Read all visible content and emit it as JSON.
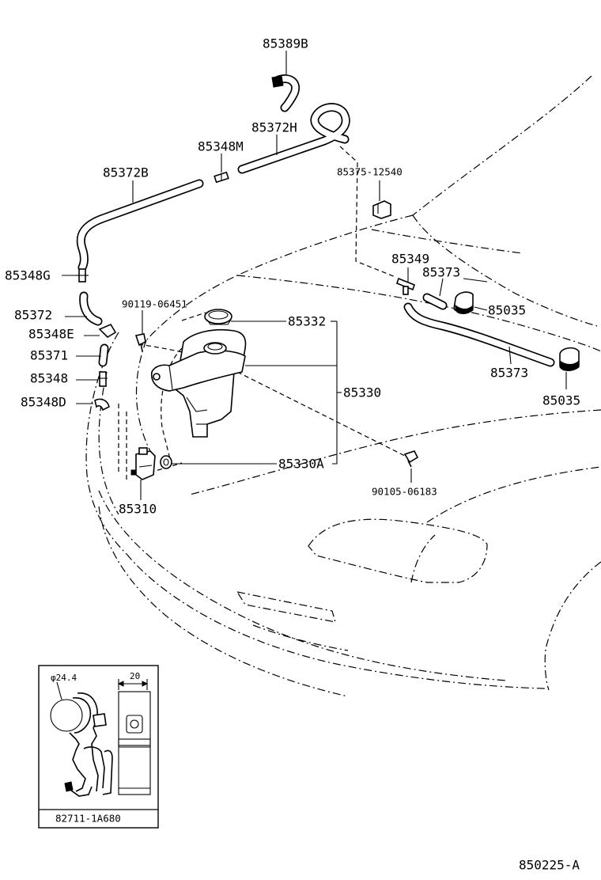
{
  "labels": {
    "p85389B": "85389B",
    "p85372H": "85372H",
    "p85348M": "85348M",
    "p85372B": "85372B",
    "p85375": "85375-12540",
    "p85349": "85349",
    "p85373a": "85373",
    "p85035a": "85035",
    "p85373b": "85373",
    "p85035b": "85035",
    "p85348G": "85348G",
    "p85372": "85372",
    "p90119": "90119-06451",
    "p85332": "85332",
    "p85348E": "85348E",
    "p85371": "85371",
    "p85348": "85348",
    "p85348D": "85348D",
    "p85330": "85330",
    "p85330A": "85330A",
    "p90105": "90105-06183",
    "p85310": "85310"
  },
  "inset": {
    "diameter": "φ24.4",
    "width": "20",
    "part_number": "82711-1A680"
  },
  "figure_code": "850225-A"
}
